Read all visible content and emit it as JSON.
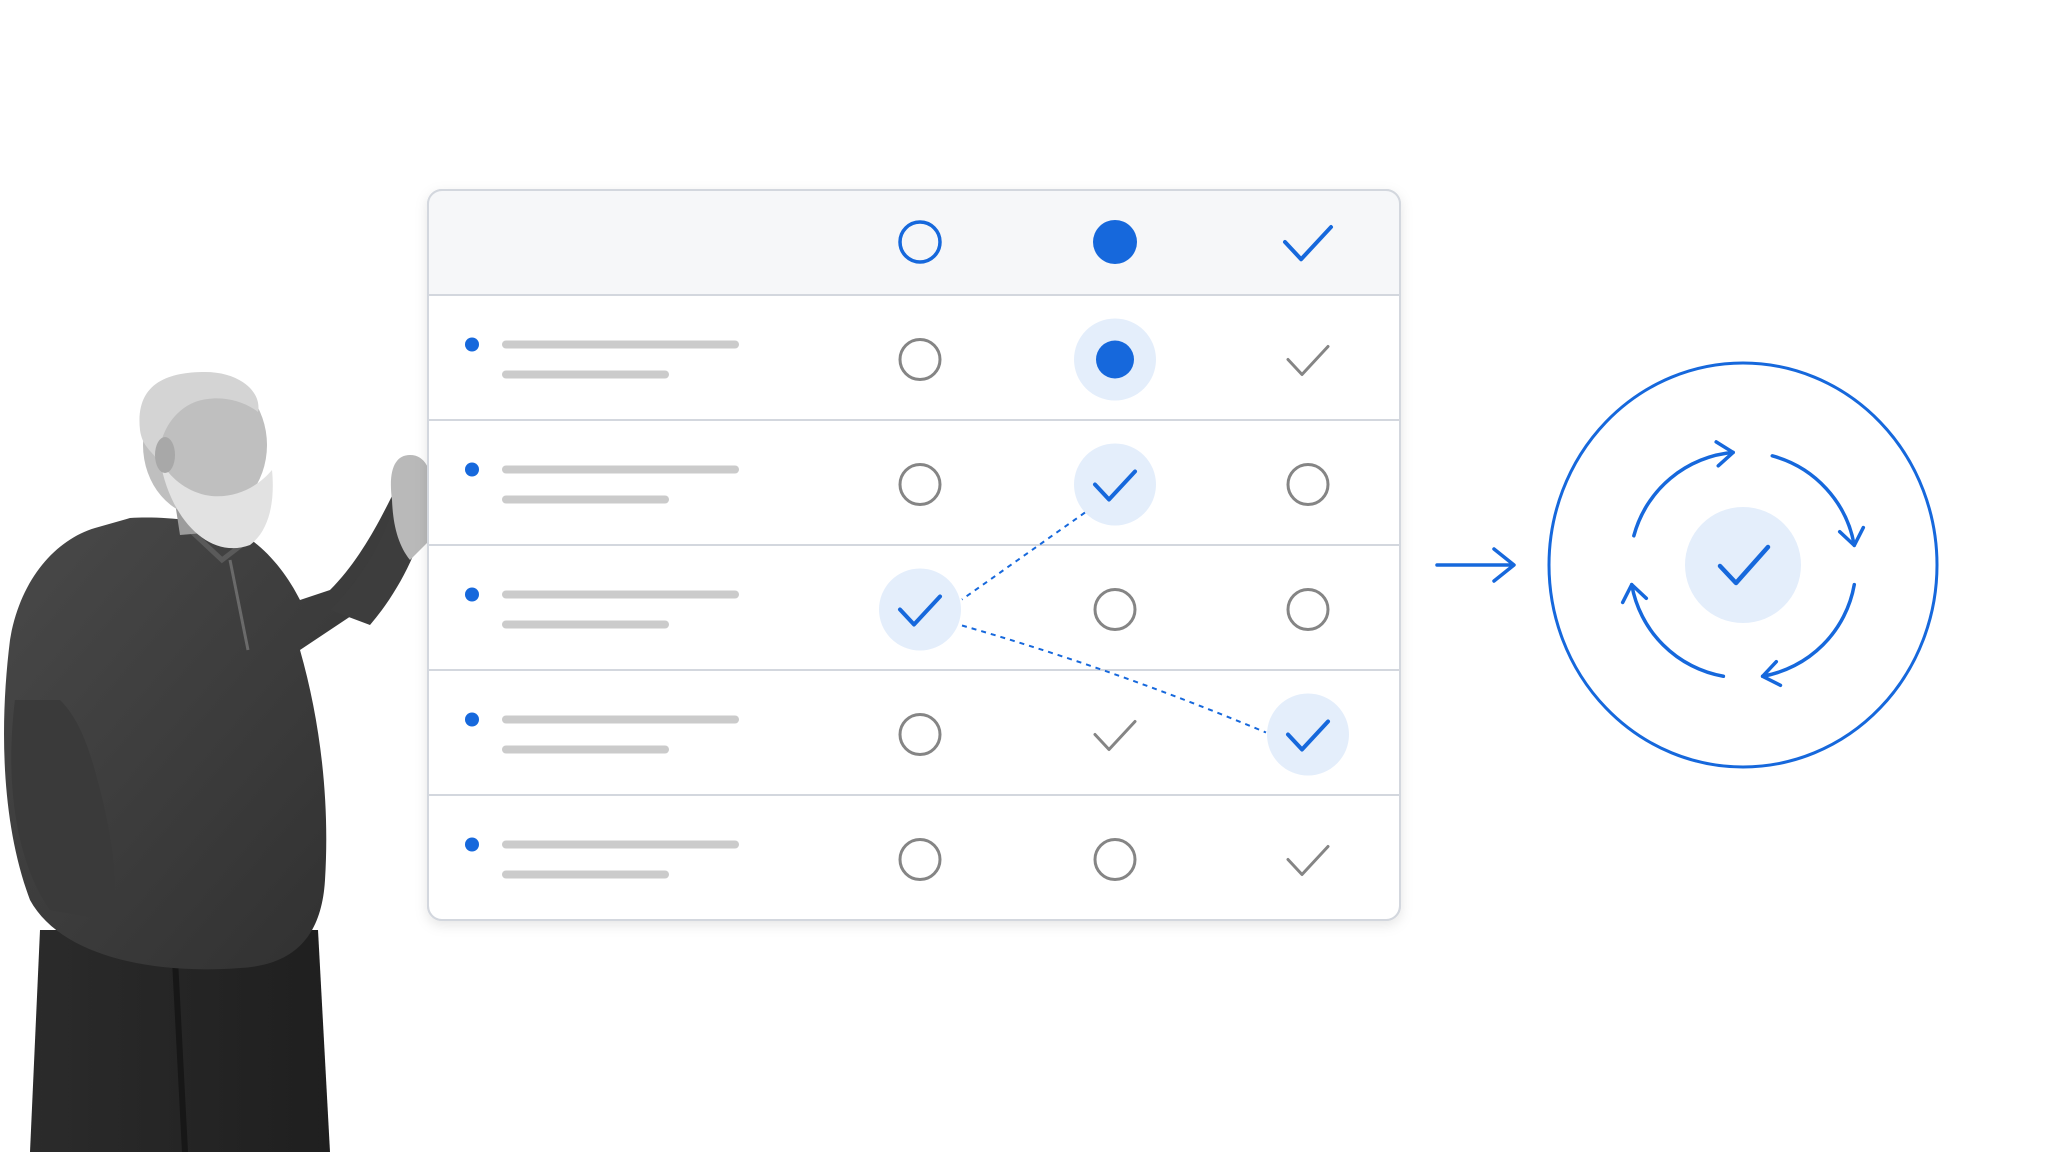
{
  "colors": {
    "accent": "#1668dc",
    "accent_soft": "#e4eefb",
    "neutral_icon": "#858585",
    "placeholder_line": "#cbcbcb",
    "header_bg": "#f6f7f9",
    "border": "#d3d7de",
    "background": "#ffffff"
  },
  "matrix": {
    "column_states": [
      "empty",
      "in-progress",
      "done"
    ],
    "header_icons": [
      "circle-outline-icon",
      "circle-filled-icon",
      "check-icon"
    ],
    "rows": [
      {
        "bullet": "dot-icon",
        "cells": [
          {
            "icon": "circle-outline-icon",
            "highlight": false
          },
          {
            "icon": "circle-filled-icon",
            "highlight": true
          },
          {
            "icon": "check-icon",
            "highlight": false
          }
        ]
      },
      {
        "bullet": "dot-icon",
        "cells": [
          {
            "icon": "circle-outline-icon",
            "highlight": false
          },
          {
            "icon": "check-icon",
            "highlight": true
          },
          {
            "icon": "circle-outline-icon",
            "highlight": false
          }
        ]
      },
      {
        "bullet": "dot-icon",
        "cells": [
          {
            "icon": "check-icon",
            "highlight": true
          },
          {
            "icon": "circle-outline-icon",
            "highlight": false
          },
          {
            "icon": "circle-outline-icon",
            "highlight": false
          }
        ]
      },
      {
        "bullet": "dot-icon",
        "cells": [
          {
            "icon": "circle-outline-icon",
            "highlight": false
          },
          {
            "icon": "check-icon",
            "highlight": false
          },
          {
            "icon": "check-icon",
            "highlight": true
          }
        ]
      },
      {
        "bullet": "dot-icon",
        "cells": [
          {
            "icon": "circle-outline-icon",
            "highlight": false
          },
          {
            "icon": "circle-outline-icon",
            "highlight": false
          },
          {
            "icon": "check-icon",
            "highlight": false
          }
        ]
      }
    ],
    "connectors": [
      {
        "from": {
          "row": 1,
          "col": 1
        },
        "to": {
          "row": 2,
          "col": 0
        }
      },
      {
        "from": {
          "row": 2,
          "col": 0
        },
        "to": {
          "row": 3,
          "col": 2
        }
      }
    ]
  },
  "flow": {
    "arrow_icon": "arrow-right-icon",
    "cycle_icon": "refresh-cycle-icon",
    "center_icon": "check-icon"
  },
  "person": {
    "icon": "person-figure-icon"
  }
}
